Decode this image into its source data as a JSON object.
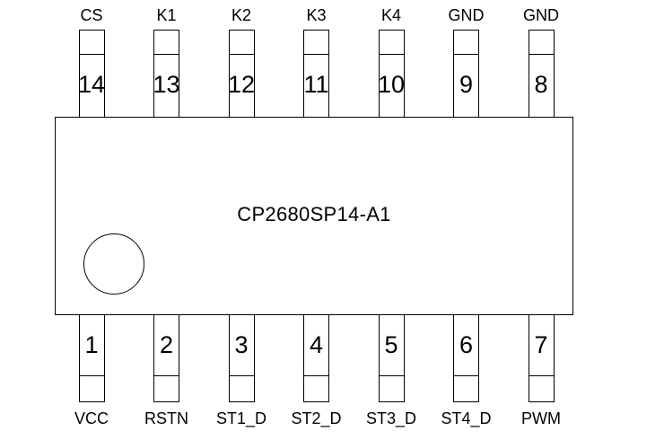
{
  "title": "CP2680SP14-A1",
  "pins": {
    "top": [
      {
        "number": "14",
        "label": "CS"
      },
      {
        "number": "13",
        "label": "K1"
      },
      {
        "number": "12",
        "label": "K2"
      },
      {
        "number": "11",
        "label": "K3"
      },
      {
        "number": "10",
        "label": "K4"
      },
      {
        "number": "9",
        "label": "GND"
      },
      {
        "number": "8",
        "label": "GND"
      }
    ],
    "bottom": [
      {
        "number": "1",
        "label": "VCC"
      },
      {
        "number": "2",
        "label": "RSTN"
      },
      {
        "number": "3",
        "label": "ST1_D"
      },
      {
        "number": "4",
        "label": "ST2_D"
      },
      {
        "number": "5",
        "label": "ST3_D"
      },
      {
        "number": "6",
        "label": "ST4_D"
      },
      {
        "number": "7",
        "label": "PWM"
      }
    ]
  },
  "colors": {
    "line": "#000000",
    "text": "#000000",
    "background": "#ffffff"
  }
}
